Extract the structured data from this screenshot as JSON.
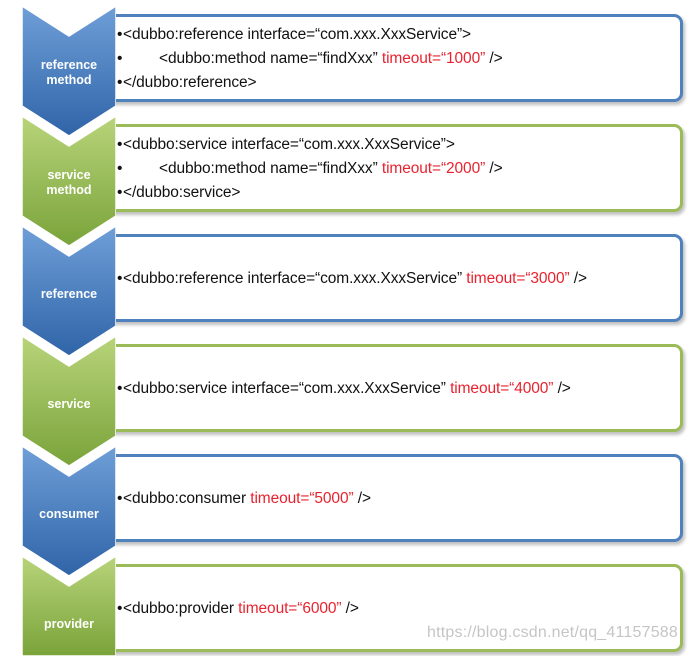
{
  "levels": [
    {
      "label": [
        "reference",
        "method"
      ],
      "color": "blue",
      "lines": [
        {
          "bullet": "•",
          "indent": false,
          "text": "<dubbo:reference interface=“com.xxx.XxxService”>",
          "red": "",
          "tail": ""
        },
        {
          "bullet": "•",
          "indent": true,
          "text": "<dubbo:method name=“findXxx” ",
          "red": "timeout=“1000”",
          "tail": " />"
        },
        {
          "bullet": "•",
          "indent": false,
          "text": "</dubbo:reference>",
          "red": "",
          "tail": ""
        }
      ]
    },
    {
      "label": [
        "service",
        "method"
      ],
      "color": "green",
      "lines": [
        {
          "bullet": "•",
          "indent": false,
          "text": "<dubbo:service interface=“com.xxx.XxxService”>",
          "red": "",
          "tail": ""
        },
        {
          "bullet": "•",
          "indent": true,
          "text": "<dubbo:method name=“findXxx” ",
          "red": "timeout=“2000”",
          "tail": " />"
        },
        {
          "bullet": "•",
          "indent": false,
          "text": "</dubbo:service>",
          "red": "",
          "tail": ""
        }
      ]
    },
    {
      "label": [
        "reference"
      ],
      "color": "blue",
      "lines": [
        {
          "bullet": "•",
          "indent": false,
          "text": "<dubbo:reference interface=“com.xxx.XxxService” ",
          "red": "timeout=“3000”",
          "tail": " />"
        }
      ]
    },
    {
      "label": [
        "service"
      ],
      "color": "green",
      "lines": [
        {
          "bullet": "•",
          "indent": false,
          "text": "<dubbo:service interface=“com.xxx.XxxService” ",
          "red": "timeout=“4000”",
          "tail": " />"
        }
      ]
    },
    {
      "label": [
        "consumer"
      ],
      "color": "blue",
      "lines": [
        {
          "bullet": "•",
          "indent": false,
          "text": "<dubbo:consumer ",
          "red": "timeout=“5000”",
          "tail": " />"
        }
      ]
    },
    {
      "label": [
        "provider"
      ],
      "color": "green",
      "lines": [
        {
          "bullet": "•",
          "indent": false,
          "text": "<dubbo:provider ",
          "red": "timeout=“6000”",
          "tail": " />"
        }
      ]
    }
  ],
  "watermark": "https://blog.csdn.net/qq_41157588",
  "colors": {
    "blue_top": "#6f9fd8",
    "blue_bottom": "#2f64a8",
    "green_top": "#b8d47a",
    "green_bottom": "#7aa33a",
    "blue_border": "#4f81bd",
    "green_border": "#9bbb59",
    "highlight": "#e8232f"
  }
}
